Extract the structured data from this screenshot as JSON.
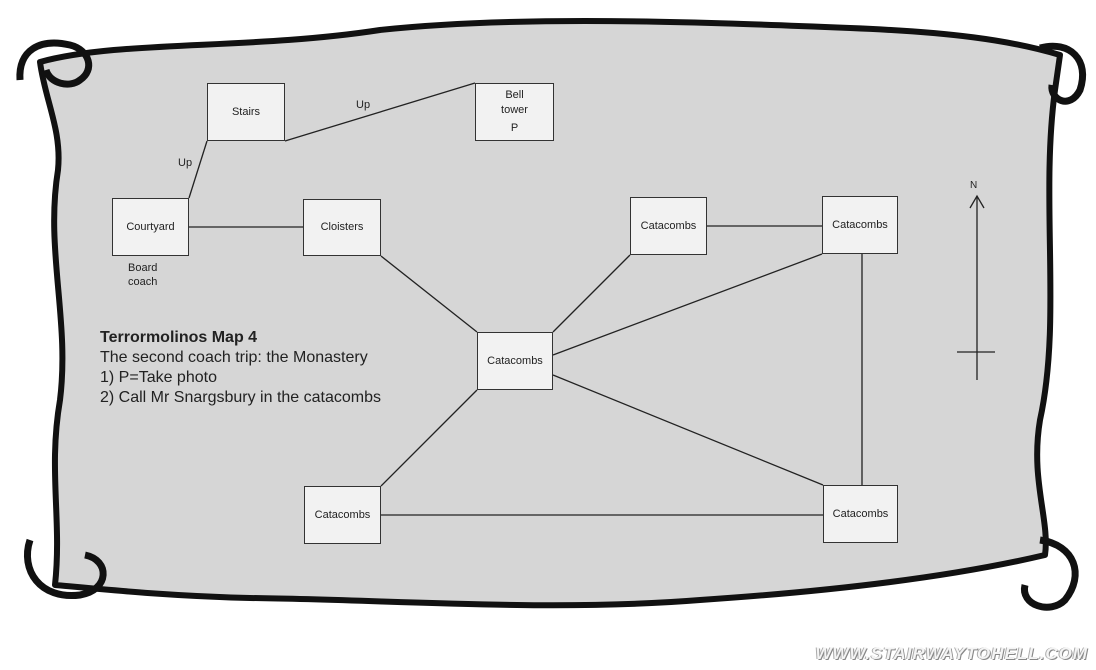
{
  "rooms": {
    "stairs": "Stairs",
    "bell_tower_1": "Bell",
    "bell_tower_2": "tower",
    "bell_tower_p": "P",
    "courtyard": "Courtyard",
    "cloisters": "Cloisters",
    "catacombs_top": "Catacombs",
    "catacombs_top_right": "Catacombs",
    "catacombs_center": "Catacombs",
    "catacombs_bottom_left": "Catacombs",
    "catacombs_bottom_right": "Catacombs"
  },
  "labels": {
    "up_1": "Up",
    "up_2": "Up",
    "board_coach_1": "Board",
    "board_coach_2": "coach",
    "north": "N"
  },
  "legend": {
    "title": "Terrormolinos Map 4",
    "line1": "The second coach trip: the Monastery",
    "line2": "1) P=Take photo",
    "line3": "2) Call Mr Snargsbury in the catacombs"
  },
  "watermark": "WWW.STAIRWAYTOHELL.COM"
}
